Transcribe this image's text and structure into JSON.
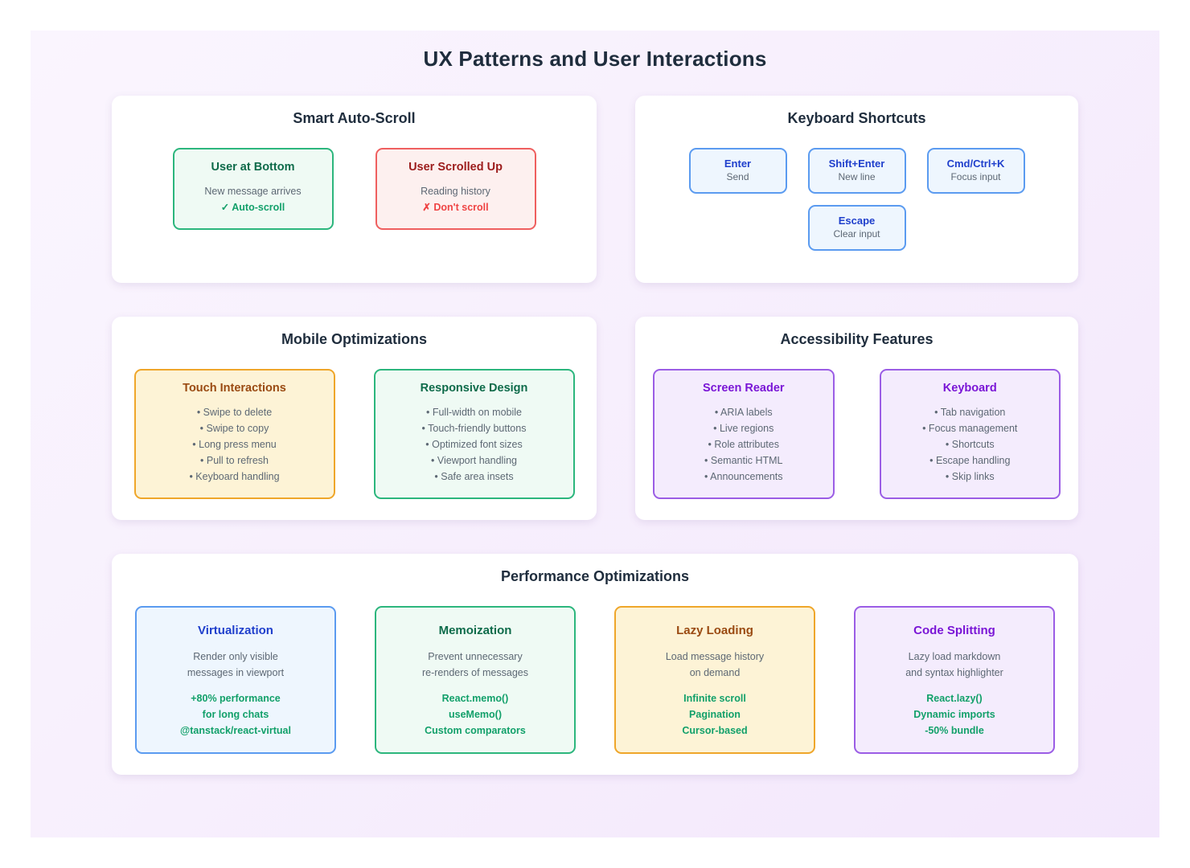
{
  "page": {
    "title": "UX Patterns and User Interactions"
  },
  "colors": {
    "green": "#2cb67d",
    "red": "#ef5f5f",
    "yellow": "#efa62a",
    "purple": "#9b5de5",
    "blue": "#5b9bf0",
    "accent_green": "#12a06a",
    "title": "#1f2d3d"
  },
  "smart_auto_scroll": {
    "title": "Smart Auto-Scroll",
    "boxes": [
      {
        "title": "User at Bottom",
        "desc": "New message arrives",
        "result": "✓ Auto-scroll"
      },
      {
        "title": "User Scrolled Up",
        "desc": "Reading history",
        "result": "✗ Don't scroll"
      }
    ]
  },
  "keyboard_shortcuts": {
    "title": "Keyboard Shortcuts",
    "row1": [
      {
        "key": "Enter",
        "desc": "Send"
      },
      {
        "key": "Shift+Enter",
        "desc": "New line"
      },
      {
        "key": "Cmd/Ctrl+K",
        "desc": "Focus input"
      }
    ],
    "row2": [
      {
        "key": "Escape",
        "desc": "Clear input"
      }
    ]
  },
  "mobile_optimizations": {
    "title": "Mobile Optimizations",
    "boxes": [
      {
        "title": "Touch Interactions",
        "items": [
          "• Swipe to delete",
          "• Swipe to copy",
          "• Long press menu",
          "• Pull to refresh",
          "• Keyboard handling"
        ]
      },
      {
        "title": "Responsive Design",
        "items": [
          "• Full-width on mobile",
          "• Touch-friendly buttons",
          "• Optimized font sizes",
          "• Viewport handling",
          "• Safe area insets"
        ]
      }
    ]
  },
  "accessibility_features": {
    "title": "Accessibility Features",
    "boxes": [
      {
        "title": "Screen Reader",
        "items": [
          "• ARIA labels",
          "• Live regions",
          "• Role attributes",
          "• Semantic HTML",
          "• Announcements"
        ]
      },
      {
        "title": "Keyboard",
        "items": [
          "• Tab navigation",
          "• Focus management",
          "• Shortcuts",
          "• Escape handling",
          "• Skip links"
        ]
      }
    ]
  },
  "performance_optimizations": {
    "title": "Performance Optimizations",
    "boxes": [
      {
        "title": "Virtualization",
        "desc": [
          "Render only visible",
          "messages in viewport"
        ],
        "accent": [
          "+80% performance",
          "for long chats",
          "@tanstack/react-virtual"
        ]
      },
      {
        "title": "Memoization",
        "desc": [
          "Prevent unnecessary",
          "re-renders of messages"
        ],
        "accent": [
          "React.memo()",
          "useMemo()",
          "Custom comparators"
        ]
      },
      {
        "title": "Lazy Loading",
        "desc": [
          "Load message history",
          "on demand"
        ],
        "accent": [
          "Infinite scroll",
          "Pagination",
          "Cursor-based"
        ]
      },
      {
        "title": "Code Splitting",
        "desc": [
          "Lazy load markdown",
          "and syntax highlighter"
        ],
        "accent": [
          "React.lazy()",
          "Dynamic imports",
          "-50% bundle"
        ]
      }
    ]
  }
}
